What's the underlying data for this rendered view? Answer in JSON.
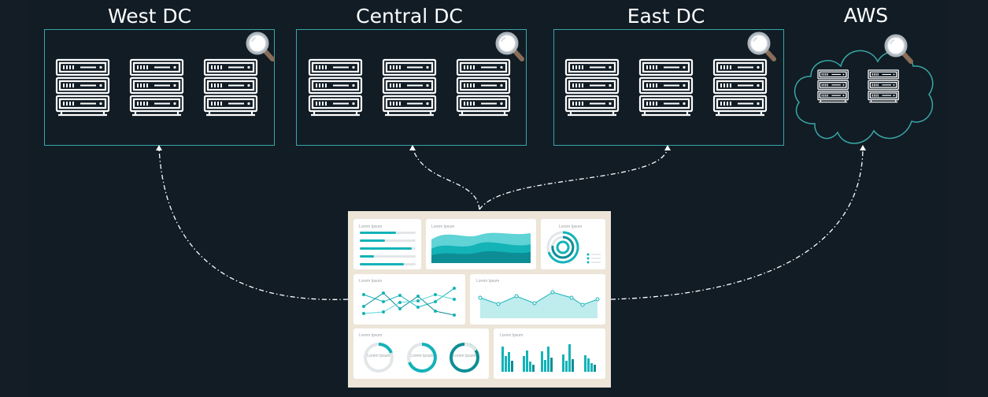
{
  "datacenters": [
    {
      "label": "West DC"
    },
    {
      "label": "Central DC"
    },
    {
      "label": "East DC"
    },
    {
      "label": "AWS"
    }
  ],
  "dashboard": {
    "panel_titles": [
      "Lorem Ipsum",
      "Lorem Ipsum",
      "Lorem Ipsum",
      "Lorem Ipsum",
      "Lorem Ipsum",
      "Lorem Ipsum",
      "Lorem Ipsum"
    ],
    "donut_labels": [
      "Lorem Ipsum",
      "Lorem Ipsum",
      "Lorem Ipsum"
    ]
  },
  "colors": {
    "background": "#111c25",
    "outline": "#3aa6a6",
    "teal": "#13b3b8",
    "dark_teal": "#0d8e96",
    "dashboard_frame": "#ece5d8"
  },
  "icons": [
    "server-rack-icon",
    "magnifier-icon",
    "cloud-icon"
  ]
}
